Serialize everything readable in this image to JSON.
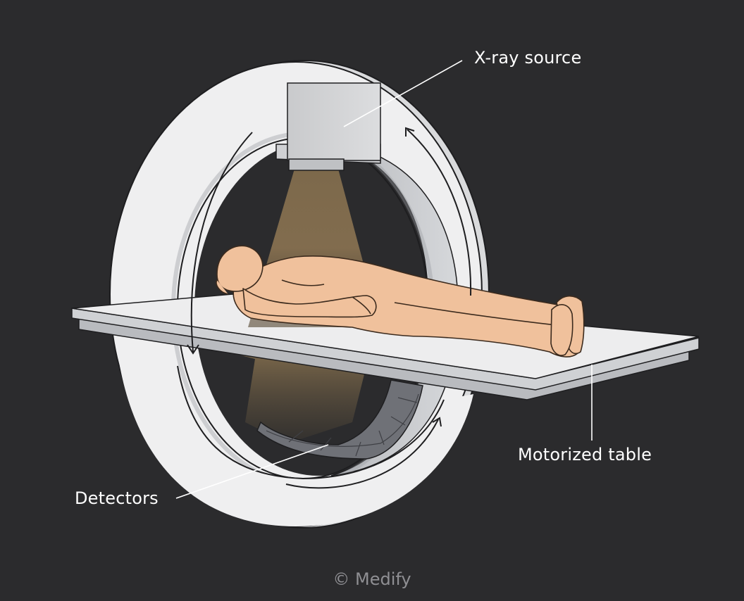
{
  "labels": {
    "xray_source": "X-ray source",
    "motorized_table": "Motorized table",
    "detectors": "Detectors"
  },
  "credit": "© Medify",
  "colors": {
    "background": "#2b2b2d",
    "ring_face": "#efeff0",
    "ring_depth": "#c2c4c8",
    "beam": "#8a7350",
    "skin": "#f0c19c",
    "table": "#ededee",
    "leader_lines": "#ffffff"
  },
  "icons": [
    "rotation-arrow-icon",
    "rotation-arrow-icon",
    "rotation-arrow-icon"
  ]
}
